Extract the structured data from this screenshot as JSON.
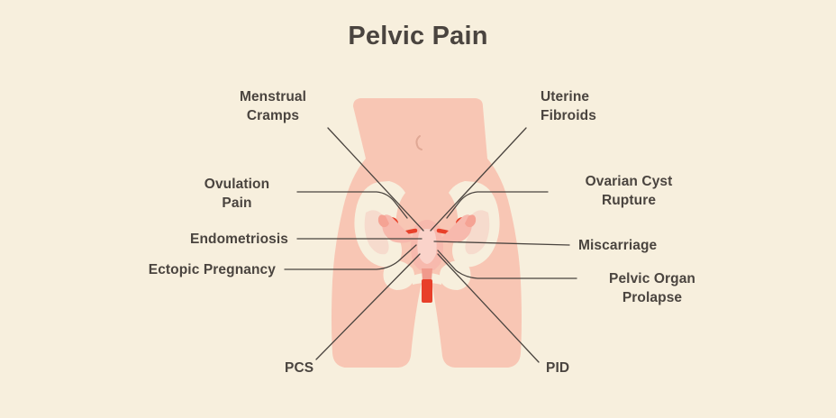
{
  "page": {
    "title": "Pelvic Pain",
    "background_color": "#F7EFDD",
    "text_color": "#4A443F",
    "leader_line_color": "#4A443F",
    "body_color": "#F8C6B4",
    "bone_color": "#F7EFDD",
    "organ_color": "#F7B9AD",
    "accent_red": "#E8402A"
  },
  "labels": {
    "menstrual_cramps": "Menstrual\nCramps",
    "uterine_fibroids": "Uterine\nFibroids",
    "ovulation_pain": "Ovulation\nPain",
    "ovarian_cyst_rupture": "Ovarian Cyst\nRupture",
    "endometriosis": "Endometriosis",
    "miscarriage": "Miscarriage",
    "ectopic_pregnancy": "Ectopic Pregnancy",
    "pelvic_organ_prolapse": "Pelvic Organ\nProlapse",
    "pcs": "PCS",
    "pid": "PID"
  }
}
